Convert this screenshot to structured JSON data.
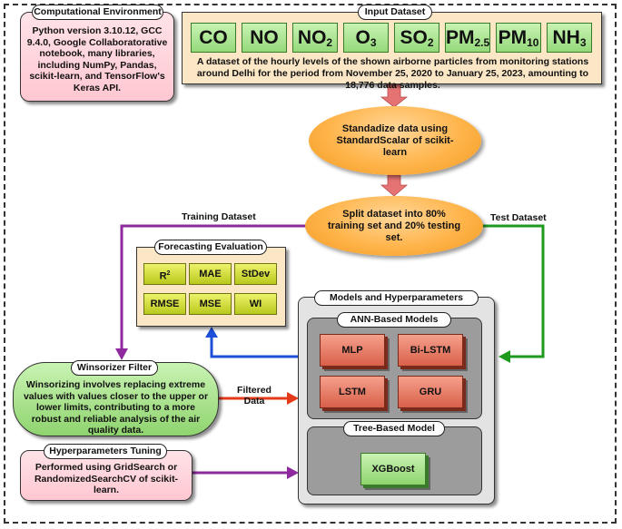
{
  "environment": {
    "title": "Computational Environment",
    "text": "Python version 3.10.12, GCC 9.4.0, Google Collaboratorative notebook, many libraries, including NumPy, Pandas, scikit-learn, and TensorFlow's Keras API."
  },
  "input": {
    "title": "Input Dataset",
    "pollutants": [
      {
        "base": "CO",
        "sub": ""
      },
      {
        "base": "NO",
        "sub": ""
      },
      {
        "base": "NO",
        "sub": "2"
      },
      {
        "base": "O",
        "sub": "3"
      },
      {
        "base": "SO",
        "sub": "2"
      },
      {
        "base": "PM",
        "sub": "2.5"
      },
      {
        "base": "PM",
        "sub": "10"
      },
      {
        "base": "NH",
        "sub": "3"
      }
    ],
    "description": "A dataset of the hourly levels of the shown airborne particles from monitoring stations around Delhi for the period from November 25, 2020 to January 25, 2023, amounting to 18,776 data samples."
  },
  "standardize": {
    "text": "Standadize data using StandardScalar of scikit-learn"
  },
  "split": {
    "text": "Split dataset into 80% training set and 20% testing set."
  },
  "labels": {
    "training": "Training Dataset",
    "test": "Test Dataset",
    "filtered": "Filtered Data"
  },
  "evaluation": {
    "title": "Forecasting Evaluation",
    "metrics": [
      {
        "base": "R",
        "sup": "2"
      },
      {
        "base": "MAE",
        "sup": ""
      },
      {
        "base": "StDev",
        "sup": ""
      },
      {
        "base": "RMSE",
        "sup": ""
      },
      {
        "base": "MSE",
        "sup": ""
      },
      {
        "base": "WI",
        "sup": ""
      }
    ]
  },
  "winsorizer": {
    "title": "Winsorizer Filter",
    "text": "Winsorizing involves replacing extreme values with values closer to the upper or lower limits, contributing to a more robust and reliable analysis of the air quality data."
  },
  "tuning": {
    "title": "Hyperparameters Tuning",
    "text": "Performed using GridSearch or RandomizedSearchCV of scikit-learn."
  },
  "models": {
    "title": "Models and Hyperparameters",
    "ann_title": "ANN-Based Models",
    "ann": [
      "MLP",
      "Bi-LSTM",
      "LSTM",
      "GRU"
    ],
    "tree_title": "Tree-Based Model",
    "tree": "XGBoost"
  },
  "colors": {
    "arrow_down": "#e57373",
    "training_arrow": "#8e2a9e",
    "test_arrow": "#1e9a1e",
    "eval_arrow": "#1d4fd8",
    "filtered_arrow": "#e53a1a",
    "tuning_arrow": "#8e2a9e"
  }
}
